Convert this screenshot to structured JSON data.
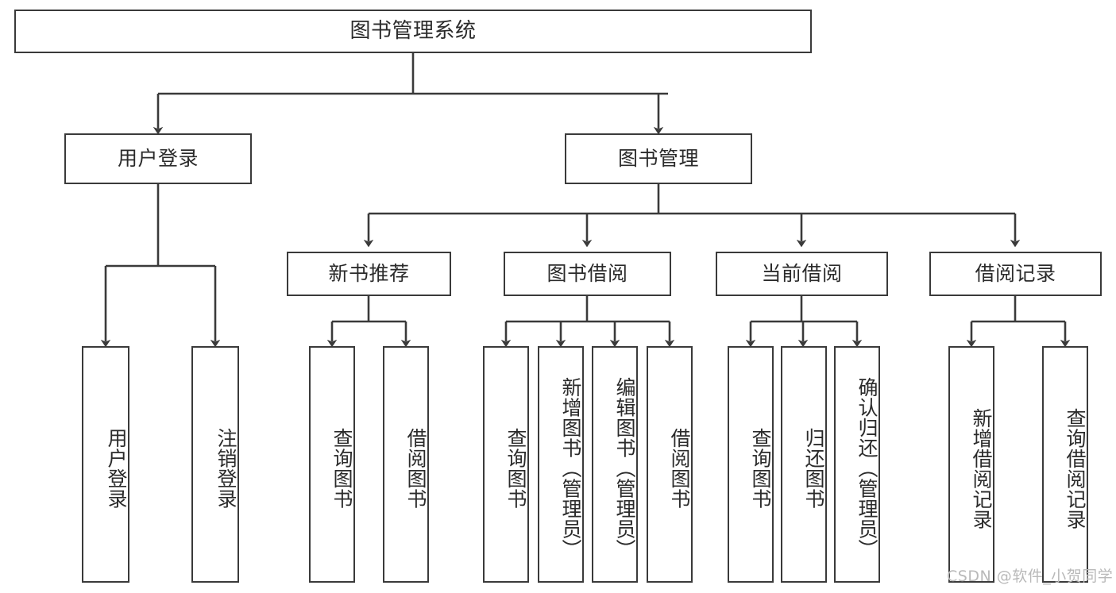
{
  "diagram": {
    "title": "图书管理系统",
    "type": "hierarchy-tree",
    "watermark": "CSDN @软件_小贺同学",
    "colors": {
      "box_border": "#3a3a3a",
      "box_fill": "#ffffff",
      "connector": "#3a3a3a",
      "text": "#2b2b2b",
      "watermark": "#b9b9b9"
    },
    "nodes": {
      "root": {
        "label": "图书管理系统"
      },
      "level2": [
        {
          "id": "user-login",
          "label": "用户登录"
        },
        {
          "id": "book-manage",
          "label": "图书管理"
        }
      ],
      "level3": [
        {
          "id": "new-book-recommend",
          "label": "新书推荐"
        },
        {
          "id": "book-borrow",
          "label": "图书借阅"
        },
        {
          "id": "current-borrow",
          "label": "当前借阅"
        },
        {
          "id": "borrow-record",
          "label": "借阅记录"
        }
      ],
      "leaves": {
        "user_login": [
          {
            "id": "leaf-user-login",
            "label": "用户登录"
          },
          {
            "id": "leaf-logout-login",
            "label": "注销登录"
          }
        ],
        "new_book_recommend": [
          {
            "id": "leaf-query-book-1",
            "label": "查询图书"
          },
          {
            "id": "leaf-borrow-book-1",
            "label": "借阅图书"
          }
        ],
        "book_borrow": [
          {
            "id": "leaf-query-book-2",
            "label": "查询图书"
          },
          {
            "id": "leaf-add-book",
            "label": "新增图书（管理员）"
          },
          {
            "id": "leaf-edit-book",
            "label": "编辑图书（管理员）"
          },
          {
            "id": "leaf-borrow-book-2",
            "label": "借阅图书"
          }
        ],
        "current_borrow": [
          {
            "id": "leaf-query-book-3",
            "label": "查询图书"
          },
          {
            "id": "leaf-return-book",
            "label": "归还图书"
          },
          {
            "id": "leaf-confirm-return",
            "label": "确认归还（管理员）"
          }
        ],
        "borrow_record": [
          {
            "id": "leaf-add-record",
            "label": "新增借阅记录"
          },
          {
            "id": "leaf-query-record",
            "label": "查询借阅记录"
          }
        ]
      }
    }
  }
}
